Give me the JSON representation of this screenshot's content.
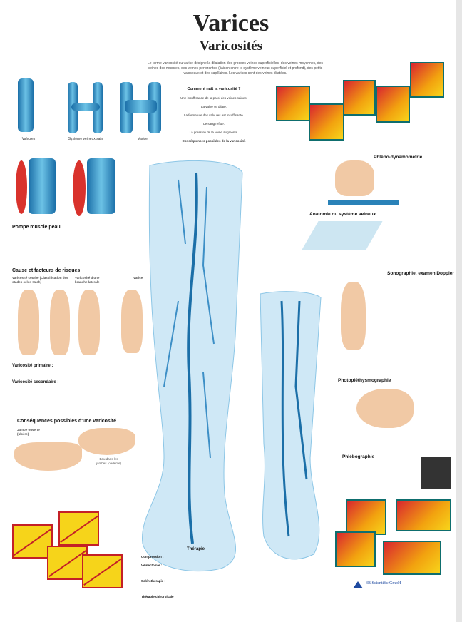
{
  "title": "Varices",
  "subtitle": "Varicosités",
  "intro": "Le terme varicosité ou varice désigne la dilatation des grosses veines superficielles, des veines moyennes, des veines des muscles, des veines perforantes (liaison entre le système veineux superficiel et profond), des petits vaisseaux et des capillaires. Les varices sont des veines dilatées.",
  "top_labels": {
    "valves": "Valvules",
    "healthy": "Système veineux sain",
    "varice": "Varice"
  },
  "flow": {
    "title": "Comment naît la varicosité ?",
    "steps": [
      "Une insuffisance de la paroi des veines saines.",
      "La valve se dilate.",
      "La fermeture des valvules est insuffisante.",
      "Le sang reflue.",
      "La pression de la veine augmente.",
      "Conséquences possibles de la varicosité."
    ]
  },
  "pump": {
    "title": "Pompe muscle peau"
  },
  "causes": {
    "title": "Cause et facteurs de risques",
    "col1": "Varicosité courbe (Classification des stades selon Hach)",
    "col2": "Varicosité d'une branche latérale",
    "col3": "Varice",
    "primary": "Varicosité primaire :",
    "secondary": "Varicosité secondaire :"
  },
  "consequences": {
    "title": "Conséquences possibles d'une varicosité",
    "ulcer": "Jambe ouverte (ulcère)",
    "edema": "Eau dans les jambes (oedème)"
  },
  "phlebo": {
    "title": "Phlébo-dynamométrie"
  },
  "anatomy": {
    "title": "Anatomie du système veineux"
  },
  "doppler": {
    "title": "Sonographie, examen Doppler"
  },
  "photo": {
    "title": "Photopléthysmographie"
  },
  "phlebography": {
    "title": "Phlébographie"
  },
  "therapy": {
    "title": "Thérapie",
    "items": [
      "Compression :",
      "Véinectomie :",
      "Sclérothérapie :",
      "Thérapie chirurgicale :"
    ]
  },
  "brand": "3B Scientific GmbH",
  "colors": {
    "vein": "#1b6fa8",
    "box_border": "#0e6e6e",
    "warn": "#c42027"
  }
}
